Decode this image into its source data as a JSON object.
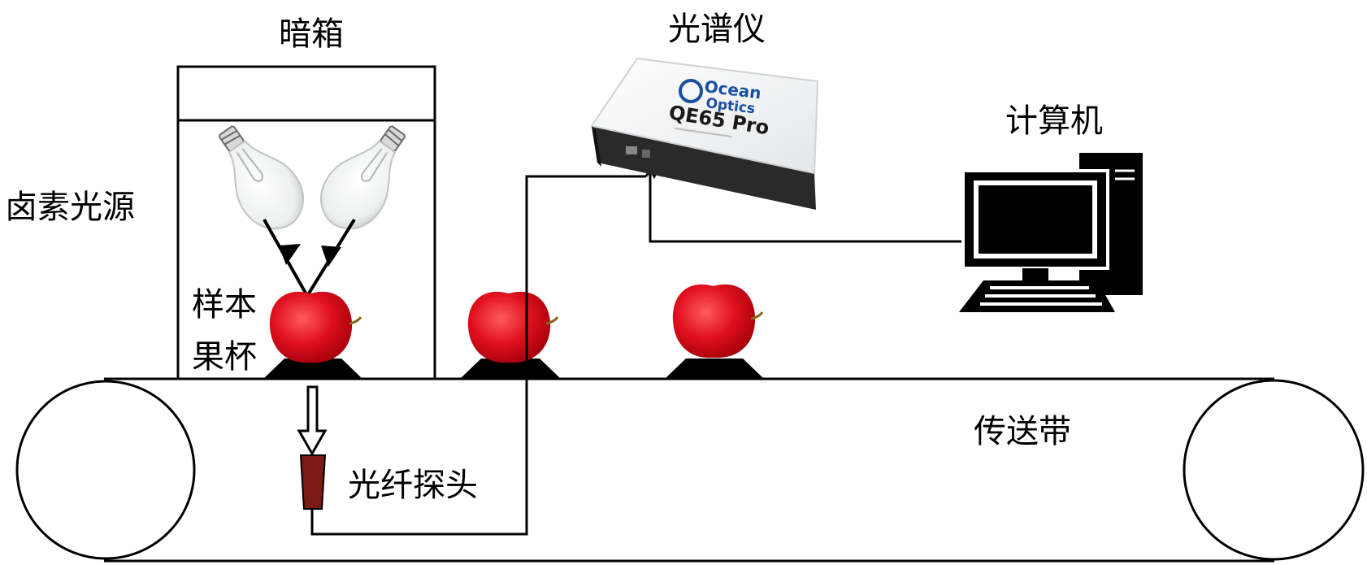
{
  "labels": {
    "dark_box": "暗箱",
    "spectrometer": "光谱仪",
    "computer": "计算机",
    "halogen_light": "卤素光源",
    "sample_cup_line1": "样本",
    "sample_cup_line2": "果杯",
    "conveyor_belt": "传送带",
    "fiber_probe": "光纤探头"
  },
  "spectrometer_brand": {
    "line1": "Ocean",
    "line2": "Optics",
    "model": "QE65 Pro"
  },
  "colors": {
    "apple": "#e0101e",
    "apple_dark": "#a8000c",
    "probe": "#7a1a12",
    "brand_blue": "#1a4fa0",
    "line": "#000000"
  }
}
